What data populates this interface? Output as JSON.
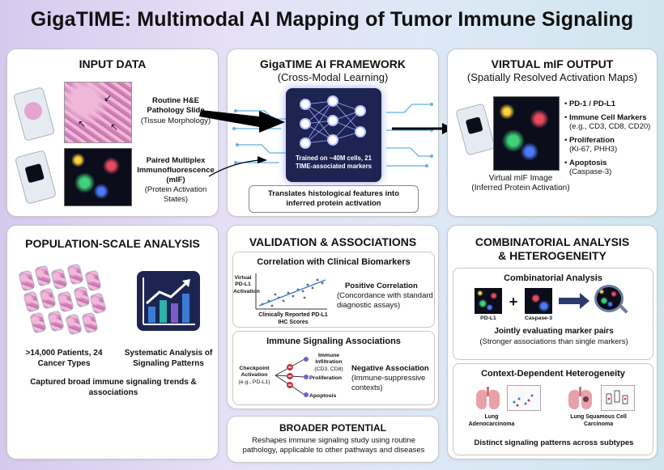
{
  "title": "GigaTIME: Multimodal AI Mapping of Tumor Immune Signaling",
  "input": {
    "title": "INPUT DATA",
    "he_label": "Routine H&E Pathology Slide",
    "he_sub": "(Tissue Morphology)",
    "mif_label": "Paired Multiplex Immunofluorescence (mIF)",
    "mif_sub": "(Protein Activation States)"
  },
  "framework": {
    "title": "GigaTIME AI FRAMEWORK",
    "subtitle": "(Cross-Modal Learning)",
    "trained": "Trained on ~40M cells, 21 TIME-associated markers",
    "translates": "Translates histological features into inferred protein activation"
  },
  "output": {
    "title": "VIRTUAL mIF OUTPUT",
    "subtitle": "(Spatially Resolved Activation Maps)",
    "image_label": "Virtual mIF Image",
    "image_sub": "(Inferred Protein Activation)",
    "markers": [
      {
        "name": "PD-1 / PD-L1",
        "detail": ""
      },
      {
        "name": "Immune Cell Markers",
        "detail": "(e.g., CD3, CD8, CD20)"
      },
      {
        "name": "Proliferation",
        "detail": "(Ki-67, PHH3)"
      },
      {
        "name": "Apoptosis",
        "detail": "(Caspase-3)"
      }
    ]
  },
  "population": {
    "title": "POPULATION-SCALE ANALYSIS",
    "patients": ">14,000 Patients, 24 Cancer Types",
    "systematic": "Systematic Analysis of Signaling Patterns",
    "captured": "Captured broad immune signaling trends & associations"
  },
  "validation": {
    "title": "VALIDATION & ASSOCIATIONS",
    "correlation_title": "Correlation with Clinical Biomarkers",
    "y_axis": "Virtual PD-L1 Activation",
    "x_axis": "Clinically Reported PD-L1 IHC Scores",
    "positive": "Positive Correlation",
    "positive_sub": "(Concordance with standard diagnostic assays)",
    "immune_title": "Immune Signaling Associations",
    "checkpoint": "Checkpoint Activation",
    "checkpoint_sub": "(e.g., PD-L1)",
    "infiltration": "Immune Infiltration",
    "infiltration_sub": "(CD3, CD8)",
    "proliferation": "Proliferation",
    "apoptosis": "Apoptosis",
    "negative": "Negative Association",
    "negative_sub": "(Immune-suppressive contexts)"
  },
  "broader": {
    "title": "BROADER POTENTIAL",
    "text": "Reshapes immune signaling study using routine pathology, applicable to other pathways and diseases"
  },
  "combinatorial": {
    "title_line1": "COMBINATORIAL ANALYSIS",
    "title_line2": "& HETEROGENEITY",
    "comb_title": "Combinatorial Analysis",
    "pdl1": "PD-L1",
    "plus": "+",
    "caspase": "Caspase-3",
    "jointly": "Jointly evaluating marker pairs",
    "jointly_sub": "(Stronger associations than single markers)",
    "context_title": "Context-Dependent Heterogeneity",
    "luad": "Lung Adenocarcinoma",
    "lusc": "Lung Squamous Cell Carcinoma",
    "distinct": "Distinct signaling patterns across subtypes"
  },
  "colors": {
    "accent": "#1d2452",
    "trend": "#3a7bd5",
    "negative": "#c0394b",
    "bars": [
      "#3a7bd5",
      "#2ab3a6",
      "#7a5cc7"
    ]
  }
}
